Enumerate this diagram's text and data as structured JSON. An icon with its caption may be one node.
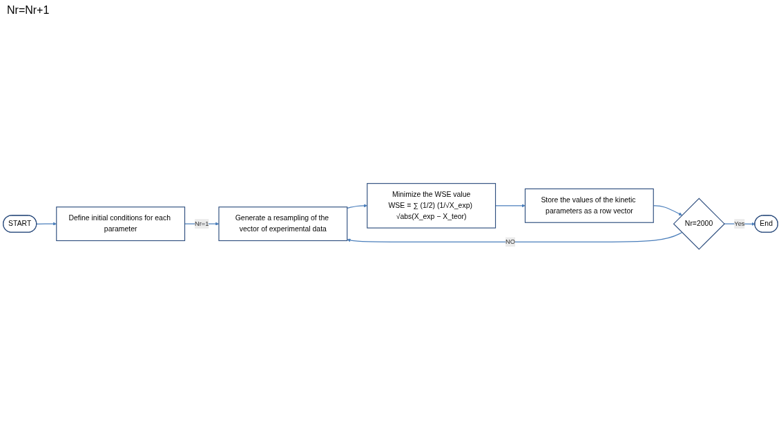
{
  "diagram": {
    "nodes": [
      {
        "text": [
          "START"
        ]
      },
      {
        "text": [
          "Define initial conditions for each parameter"
        ]
      },
      {
        "text": [
          "Generate a resampling of the vector of experimental data"
        ]
      },
      {
        "text": [
          "Minimize the WSE value",
          "WSE = ∑ (1/2) (1/√X_exp) √abs(X_exp − X_teor)"
        ]
      },
      {
        "text": [
          "Store the values of the kinetic parameters as a row vector"
        ]
      },
      {
        "text": [
          "Nr=2000"
        ]
      },
      {
        "text": [
          "End"
        ]
      }
    ],
    "edges": [
      {
        "from": 0,
        "to": 1,
        "arrow": "to"
      },
      {
        "from": 1,
        "to": 2,
        "label": "Nr=1",
        "arrow": "to"
      },
      {
        "from": 2,
        "to": 3,
        "arrow": "to"
      },
      {
        "from": 3,
        "to": 4,
        "arrow": "to"
      },
      {
        "from": 4,
        "to": 5,
        "arrow": "to"
      },
      {
        "from": 5,
        "to": 2,
        "label": "NO",
        "arrow": "to"
      },
      {
        "from": 5,
        "to": 6,
        "label": "Yes",
        "arrow": "to"
      }
    ],
    "labels": [
      "Nr=Nr+1"
    ]
  }
}
